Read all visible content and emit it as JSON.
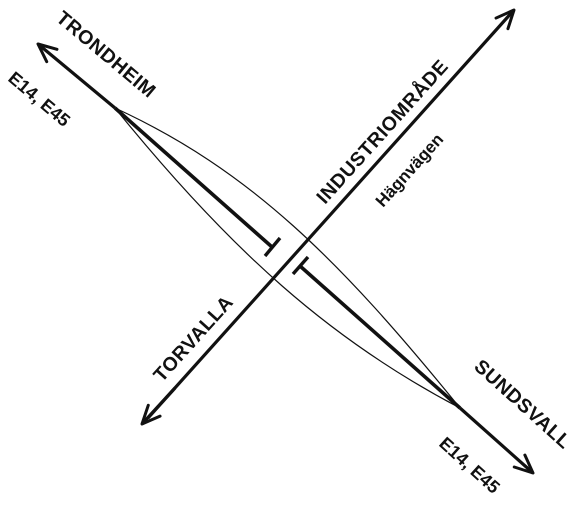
{
  "diagram": {
    "destinations": {
      "northwest": "TRONDHEIM",
      "southeast": "SUNDSVALL",
      "northeast": "INDUSTRIOMRÅDE",
      "southwest": "TORVALLA"
    },
    "routes": {
      "northwest": "E14, E45",
      "southeast": "E14, E45"
    },
    "crossroad_name": "Hägnvägen",
    "colors": {
      "ink": "#111111",
      "background": "#ffffff"
    }
  }
}
